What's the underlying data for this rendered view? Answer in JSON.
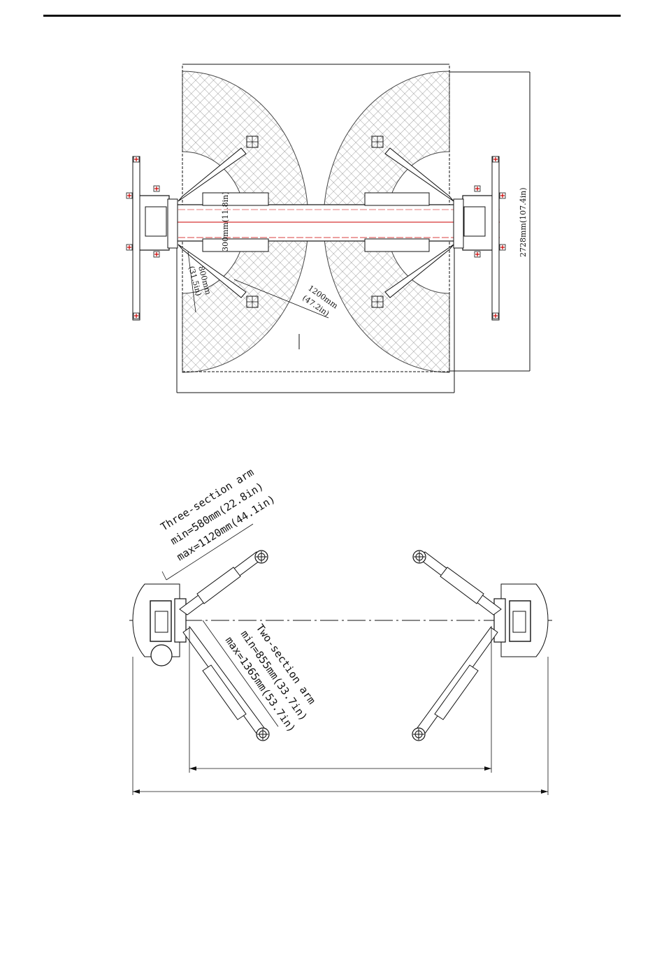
{
  "colors": {
    "line": "#111111",
    "hatch": "#777777",
    "centerline": "#cc0000",
    "bolt_marker": "#cc0000"
  },
  "top_view": {
    "dim_height": "2728mm(107.4in)",
    "dim_column_width": "300mm(11.8in)",
    "dim_inner_radius_mm": "800mm",
    "dim_inner_radius_in": "(31.5in)",
    "dim_outer_radius_mm": "1200mm",
    "dim_outer_radius_in": "(47.2in)"
  },
  "arm_view": {
    "three_section_title": "Three-section arm",
    "three_section_min": "min=580mm(22.8in)",
    "three_section_max": "max=1120mm(44.1in)",
    "two_section_title": "Two-section arm",
    "two_section_min": "min=855mm(33.7in)",
    "two_section_max": "max=1365mm(53.7in)"
  }
}
